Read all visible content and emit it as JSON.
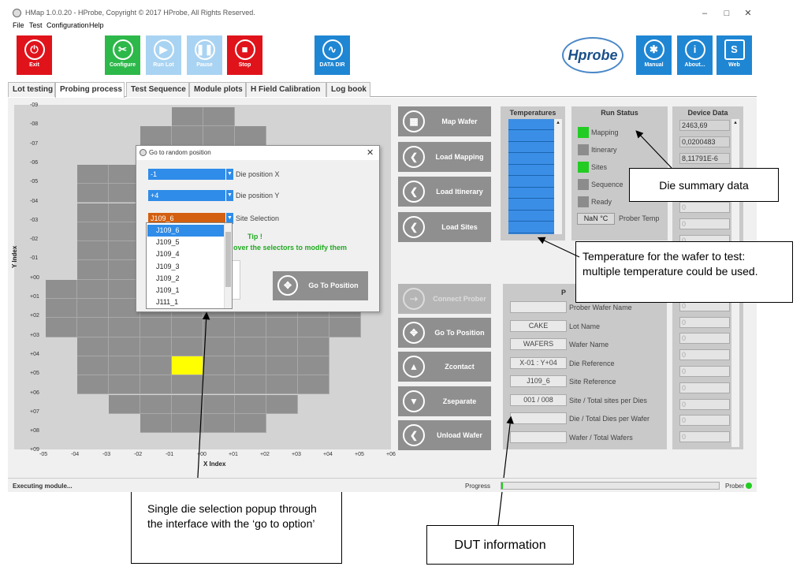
{
  "window": {
    "title": "HMap 1.0.0.20 - HProbe, Copyright © 2017 HProbe, All Rights Reserved.",
    "minimize": "–",
    "maximize": "□",
    "close": "✕"
  },
  "menu": [
    "File",
    "Test",
    "Configuration",
    "Help"
  ],
  "toolbar": {
    "exit": "Exit",
    "configure": "Configure",
    "run_lot": "Run Lot",
    "pause": "Pause",
    "stop": "Stop",
    "data_dir": "DATA DIR",
    "manual": "Manual",
    "about": "About...",
    "web": "Web",
    "logo": "Hprobe"
  },
  "tabs": [
    "Lot testing",
    "Probing process",
    "Test Sequence",
    "Module plots",
    "H Field Calibration",
    "Log book"
  ],
  "active_tab": "Probing process",
  "map": {
    "y_ticks": [
      "-09",
      "-08",
      "-07",
      "-06",
      "-05",
      "-04",
      "-03",
      "-02",
      "-01",
      "+00",
      "+01",
      "+02",
      "+03",
      "+04",
      "+05",
      "+06",
      "+07",
      "+08",
      "+09"
    ],
    "x_ticks": [
      "-05",
      "-04",
      "-03",
      "-02",
      "-01",
      "+00",
      "+01",
      "+02",
      "+03",
      "+04",
      "+05",
      "+06"
    ],
    "x_label": "X Index",
    "y_label": "Y Index",
    "selected_die": {
      "x": -1,
      "y": 4
    },
    "colors": {
      "background": "#d3d3d3",
      "die": "#8f8f8f",
      "selected": "#ffff00"
    }
  },
  "actions": {
    "map_wafer": "Map Wafer",
    "load_mapping": "Load Mapping",
    "load_itinerary": "Load Itinerary",
    "load_sites": "Load Sites",
    "connect_prober": "Connect Prober",
    "go_to_position": "Go To Position",
    "zcontact": "Zcontact",
    "zseparate": "Zseparate",
    "unload_wafer": "Unload Wafer"
  },
  "temperatures": {
    "title": "Temperatures"
  },
  "run_status": {
    "title": "Run Status",
    "items": [
      {
        "label": "Mapping",
        "state": "on"
      },
      {
        "label": "Itinerary",
        "state": "off"
      },
      {
        "label": "Sites",
        "state": "on"
      },
      {
        "label": "Sequence",
        "state": "off"
      },
      {
        "label": "Ready",
        "state": "off"
      }
    ],
    "prober_temp_value": "NaN °C",
    "prober_temp_label": "Prober Temp",
    "on_color": "#22cc22",
    "off_color": "#8c8c8c"
  },
  "device_data": {
    "title": "Device Data",
    "values": [
      "2463,69",
      "0,0200483",
      "8,11791E-6",
      "0",
      "0",
      "0",
      "0",
      "0",
      "0",
      "0",
      "0",
      "0",
      "0",
      "0",
      "0",
      "0",
      "0",
      "0",
      "0",
      "0"
    ]
  },
  "dut": {
    "header_partial": "P",
    "rows": [
      {
        "value": "",
        "label": "Prober Wafer Name"
      },
      {
        "value": "CAKE",
        "label": "Lot Name"
      },
      {
        "value": "WAFERS",
        "label": "Wafer Name"
      },
      {
        "value": "X-01 : Y+04",
        "label": "Die Reference"
      },
      {
        "value": "J109_6",
        "label": "Site Reference"
      },
      {
        "value": "001 / 008",
        "label": "Site / Total sites per Dies"
      },
      {
        "value": "",
        "label": "Die / Total Dies per Wafer"
      },
      {
        "value": "",
        "label": "Wafer / Total Wafers"
      }
    ]
  },
  "popup": {
    "title": "Go to random position",
    "die_x_value": "-1",
    "die_x_label": "Die position X",
    "die_y_value": "+4",
    "die_y_label": "Die position Y",
    "site_value": "J109_6",
    "site_label": "Site Selection",
    "tip_title": "Tip !",
    "tip_text": "over the selectors to modify them",
    "go_button": "Go To Position",
    "close": "✕",
    "site_options": [
      "J109_6",
      "J109_5",
      "J109_4",
      "J109_3",
      "J109_2",
      "J109_1",
      "J111_1"
    ]
  },
  "status": {
    "left": "Executing module...",
    "progress_label": "Progress",
    "prober_label": "Prober",
    "prober_color": "#22cc22"
  },
  "callouts": {
    "die_summary": "Die summary data",
    "temperature": "Temperature for the wafer to test: multiple temperature could be used.",
    "popup": "Single die selection popup through the interface with the ‘go to option’",
    "dut": "DUT information"
  }
}
